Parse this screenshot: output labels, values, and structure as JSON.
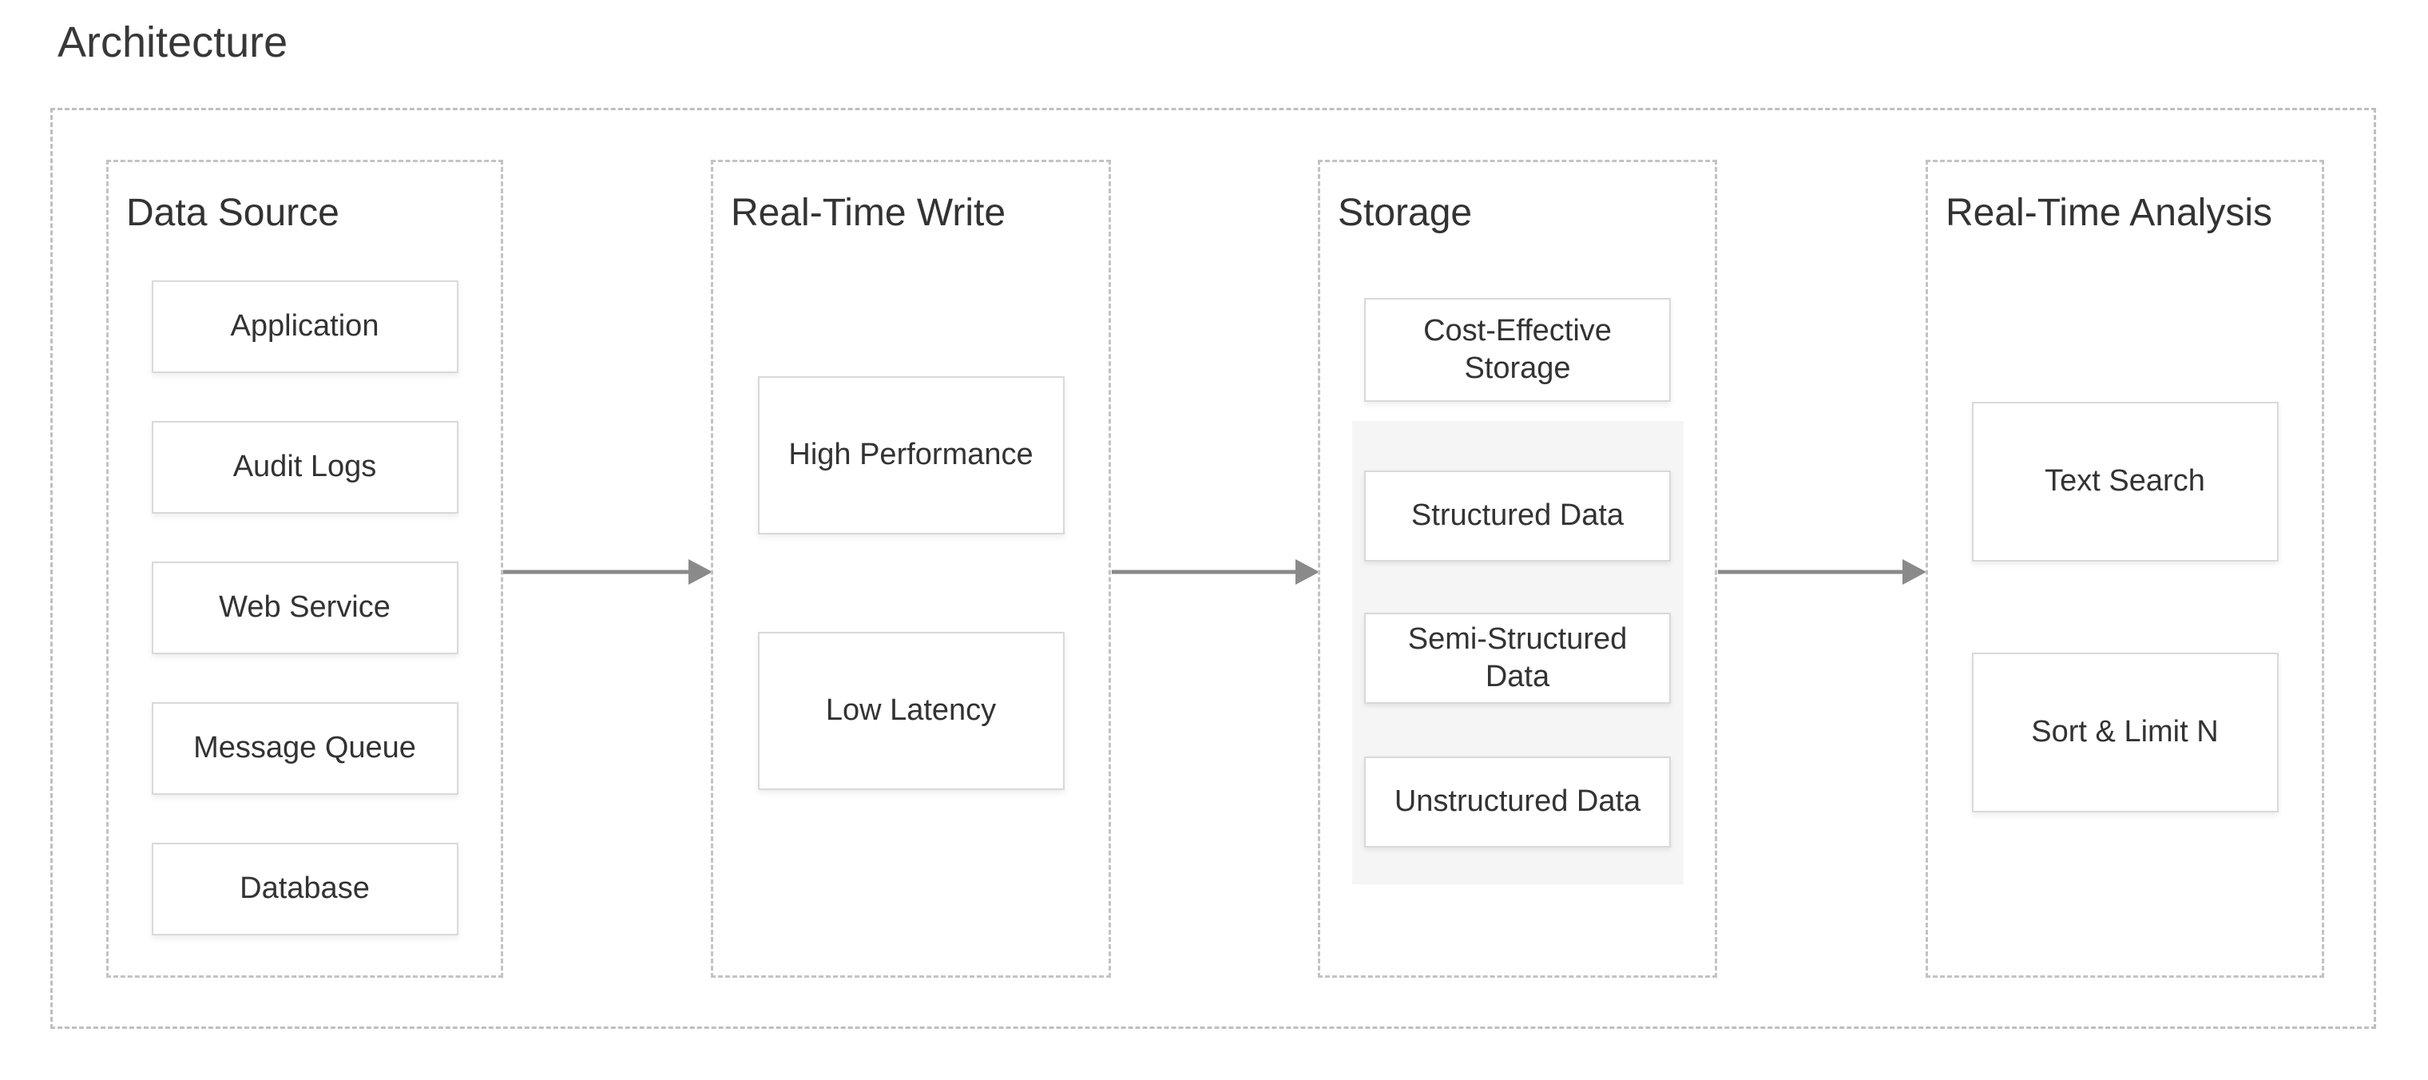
{
  "page_title": "Architecture",
  "colors": {
    "text": "#333333",
    "dashed_border": "#c3c3c3",
    "node_border": "#d9d9d9",
    "panel_background": "#f5f5f6",
    "arrow": "#8a8a8a"
  },
  "columns": [
    {
      "title": "Data Source",
      "items": [
        "Application",
        "Audit Logs",
        "Web Service",
        "Message Queue",
        "Database"
      ]
    },
    {
      "title": "Real-Time Write",
      "items": [
        "High Performance",
        "Low Latency"
      ]
    },
    {
      "title": "Storage",
      "items": [
        "Cost-Effective Storage"
      ],
      "group_items": [
        "Structured Data",
        "Semi-Structured Data",
        "Unstructured Data"
      ]
    },
    {
      "title": "Real-Time Analysis",
      "items": [
        "Text Search",
        "Sort & Limit N"
      ]
    }
  ],
  "arrows": [
    {
      "from": "Data Source",
      "to": "Real-Time Write"
    },
    {
      "from": "Real-Time Write",
      "to": "Storage"
    },
    {
      "from": "Storage",
      "to": "Real-Time Analysis"
    }
  ]
}
